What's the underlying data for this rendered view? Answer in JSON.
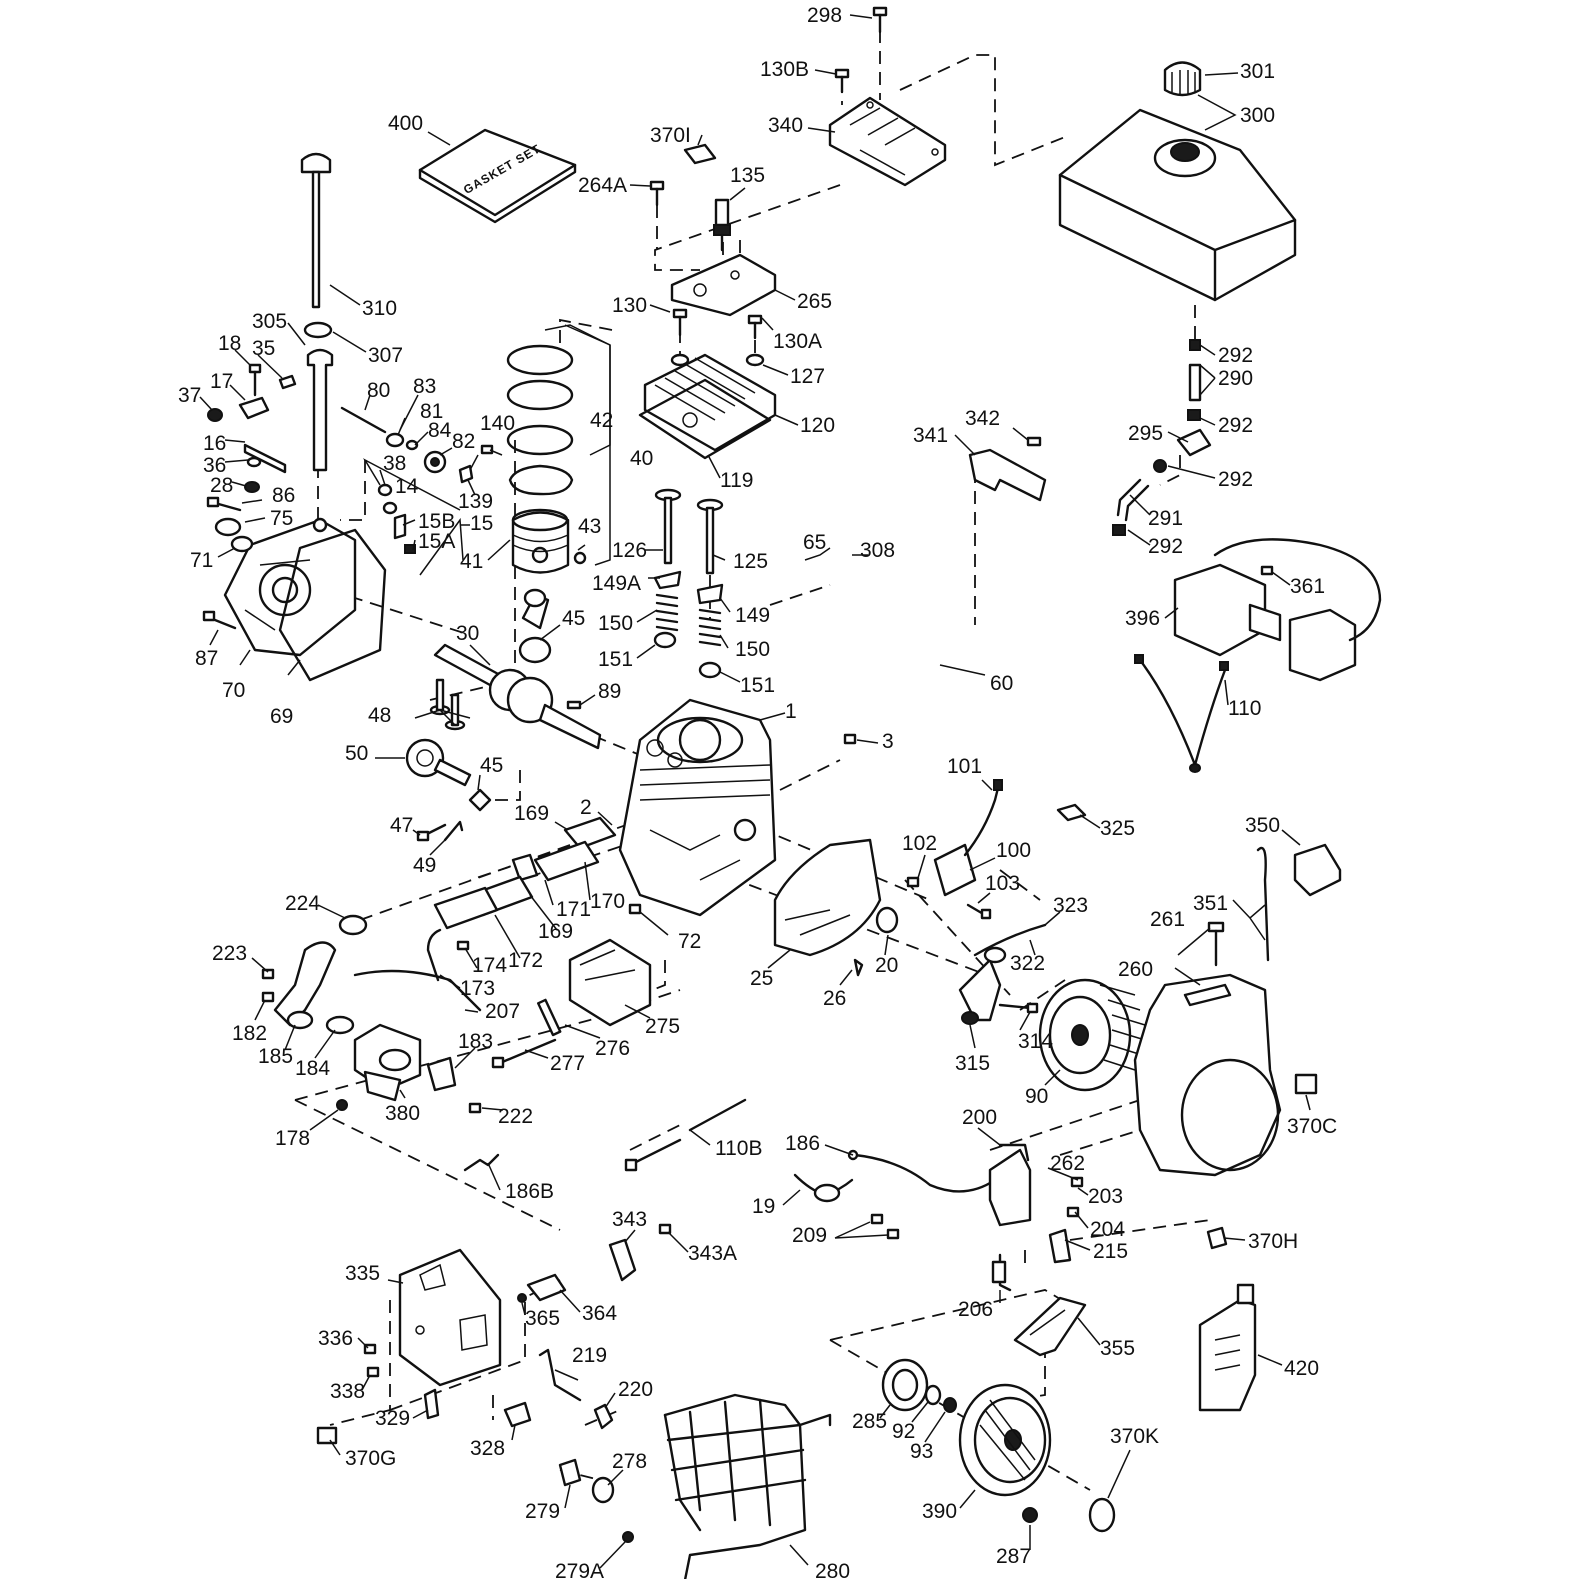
{
  "figure": {
    "gasket_set_label": "GASKET SET",
    "callouts": [
      "298",
      "130B",
      "301",
      "300",
      "340",
      "400",
      "370I",
      "264A",
      "135",
      "265",
      "130",
      "130A",
      "127",
      "120",
      "119",
      "310",
      "305",
      "307",
      "18",
      "35",
      "37",
      "17",
      "16",
      "36",
      "28",
      "86",
      "75",
      "71",
      "87",
      "70",
      "69",
      "80",
      "83",
      "81",
      "84",
      "82",
      "38",
      "14",
      "15B",
      "15",
      "15A",
      "140",
      "139",
      "42",
      "40",
      "41",
      "43",
      "126",
      "125",
      "149A",
      "149",
      "150",
      "151",
      "65",
      "308",
      "60",
      "30",
      "45",
      "48",
      "89",
      "50",
      "47",
      "49",
      "1",
      "3",
      "2",
      "169",
      "170",
      "171",
      "172",
      "174",
      "173",
      "72",
      "224",
      "223",
      "182",
      "185",
      "184",
      "207",
      "380",
      "183",
      "222",
      "178",
      "275",
      "276",
      "277",
      "25",
      "26",
      "20",
      "102",
      "100",
      "101",
      "103",
      "323",
      "322",
      "315",
      "314",
      "90",
      "261",
      "351",
      "350",
      "260",
      "370C",
      "341",
      "342",
      "325",
      "292",
      "290",
      "295",
      "291",
      "361",
      "396",
      "110",
      "186B",
      "110B",
      "186",
      "19",
      "209",
      "200",
      "262",
      "203",
      "204",
      "215",
      "206",
      "370H",
      "343",
      "343A",
      "335",
      "365",
      "364",
      "336",
      "338",
      "329",
      "370G",
      "328",
      "219",
      "220",
      "279",
      "278",
      "279A",
      "280",
      "285",
      "92",
      "93",
      "390",
      "287",
      "355",
      "370K",
      "420"
    ]
  }
}
